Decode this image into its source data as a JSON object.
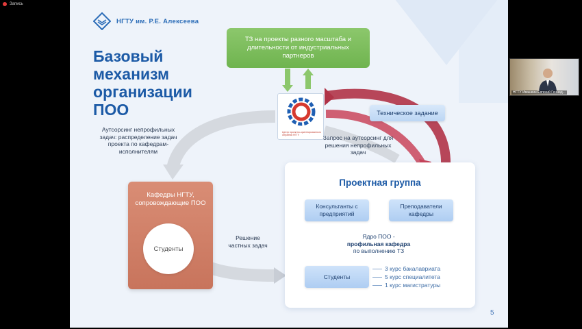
{
  "recording": {
    "label": "Запись"
  },
  "slide": {
    "logo_text": "НГТУ им. Р.Е. Алексеева",
    "title_lines": [
      "Базовый",
      "механизм",
      "организации",
      "ПОО"
    ],
    "tz_box": "ТЗ на проекты разного масштаба и длительности от индустриальных партнеров",
    "center_logo_label": "Центр проектно-ориентированного обучения НГТУ",
    "tech_task": "Техническое задание",
    "note_outsourcing": "Аутсорсинг непрофильных задач: распределение задач проекта по кафедрам-исполнителям",
    "note_request": "Запрос на аутсорсинг для решения непрофильных задач",
    "note_solution": "Решение частных задач",
    "dept_card_title": "Кафедры НГТУ, сопровождающие ПОО",
    "dept_students": "Студенты",
    "group_title": "Проектная группа",
    "consultants": "Консультанты с предприятий",
    "teachers": "Преподаватели кафедры",
    "core_line1": "Ядро ПОО -",
    "core_line2": "профильная кафедра",
    "core_line3": "по выполнению ТЗ",
    "group_students": "Студенты",
    "courses": [
      "3 курс бакалавриата",
      "5 курс специалитета",
      "1 курс магистратуры"
    ],
    "page_number": "5"
  },
  "video": {
    "participant_name": "НГТУ Ивашкин Евгений Геннад..."
  },
  "colors": {
    "title_blue": "#1c5aa6",
    "green_box": "#7dbd5d",
    "dept_card": "#cf7d64",
    "red_arrow": "#b03347",
    "gray_arrow": "#d5d9df"
  }
}
